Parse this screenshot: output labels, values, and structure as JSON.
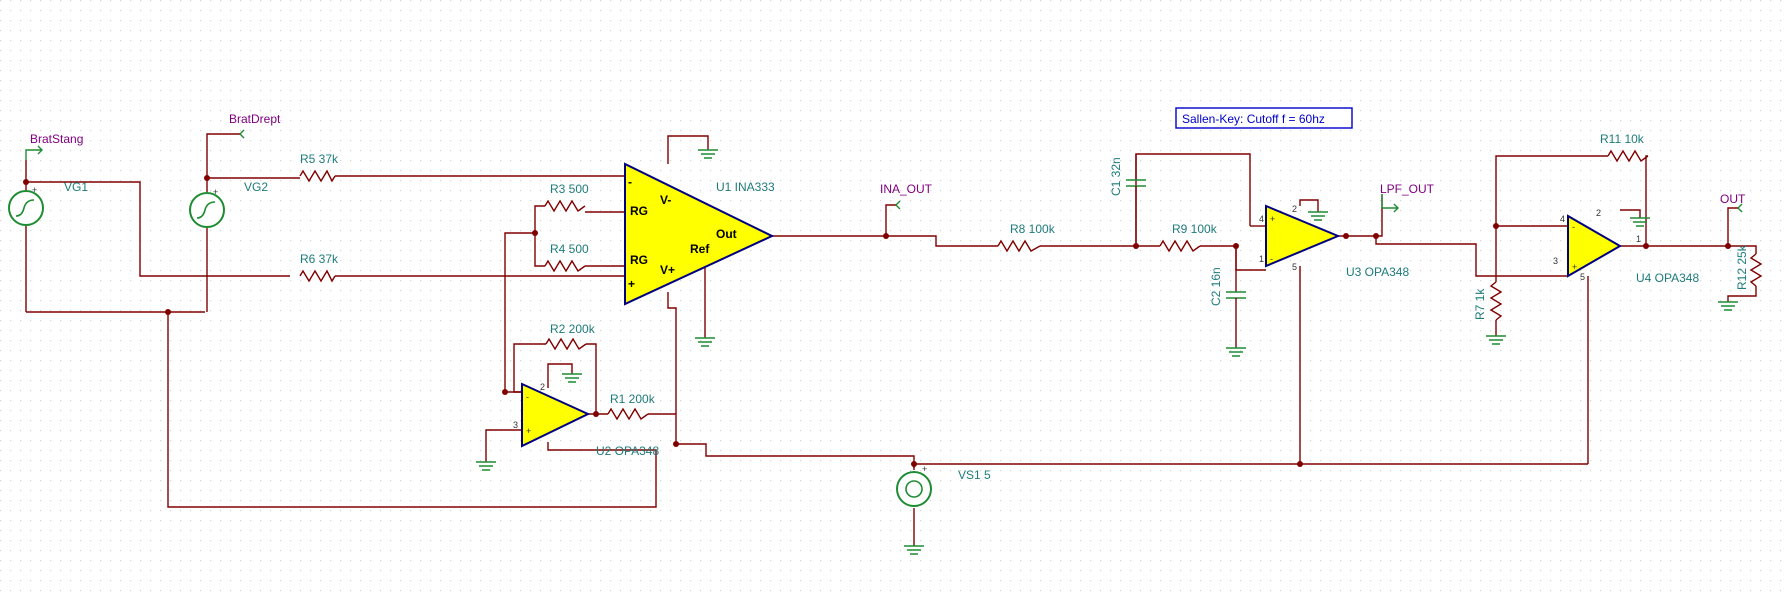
{
  "labels": {
    "vg1": "VG1",
    "vg2": "VG2",
    "r5": "R5 37k",
    "r6": "R6 37k",
    "r3": "R3 500",
    "r4": "R4 500",
    "r2": "R2 200k",
    "r1": "R1 200k",
    "r8": "R8 100k",
    "r9": "R9 100k",
    "r11": "R11 10k",
    "r7": "R7 1k",
    "r12": "R12 25k",
    "c1": "C1 32n",
    "c2": "C2 16n",
    "u1": "U1 INA333",
    "u2": "U2 OPA348",
    "u3": "U3 OPA348",
    "u4": "U4 OPA348",
    "vs1": "VS1 5"
  },
  "nets": {
    "bratstang": "BratStang",
    "bratdrept": "BratDrept",
    "ina_out": "INA_OUT",
    "lpf_out": "LPF_OUT",
    "out": "OUT"
  },
  "ina_pins": {
    "minus": "-",
    "plus": "+",
    "rg_top": "RG",
    "rg_bottom": "RG",
    "vminus": "V-",
    "vplus": "V+",
    "out": "Out",
    "ref": "Ref"
  },
  "opamp_pins": {
    "u2_pin2": "2",
    "u2_pin3": "3",
    "u3_pin4": "4",
    "u3_pin1": "1",
    "u3_pin2": "2",
    "u3_pin5": "5",
    "u4_pin4": "4",
    "u4_pin3": "3",
    "u4_pin1": "1",
    "u4_pin2": "2",
    "u4_pin5": "5"
  },
  "annotation": {
    "note": "Sallen-Key: Cutoff f = 60hz"
  },
  "colors": {
    "wire": "#800000",
    "component_label": "#1e7b7b",
    "net_label": "#800080",
    "opamp_fill": "#ffff00",
    "opamp_outline": "#000080",
    "source_and_ground": "#1e8c32",
    "annotation": "#0000cc"
  }
}
